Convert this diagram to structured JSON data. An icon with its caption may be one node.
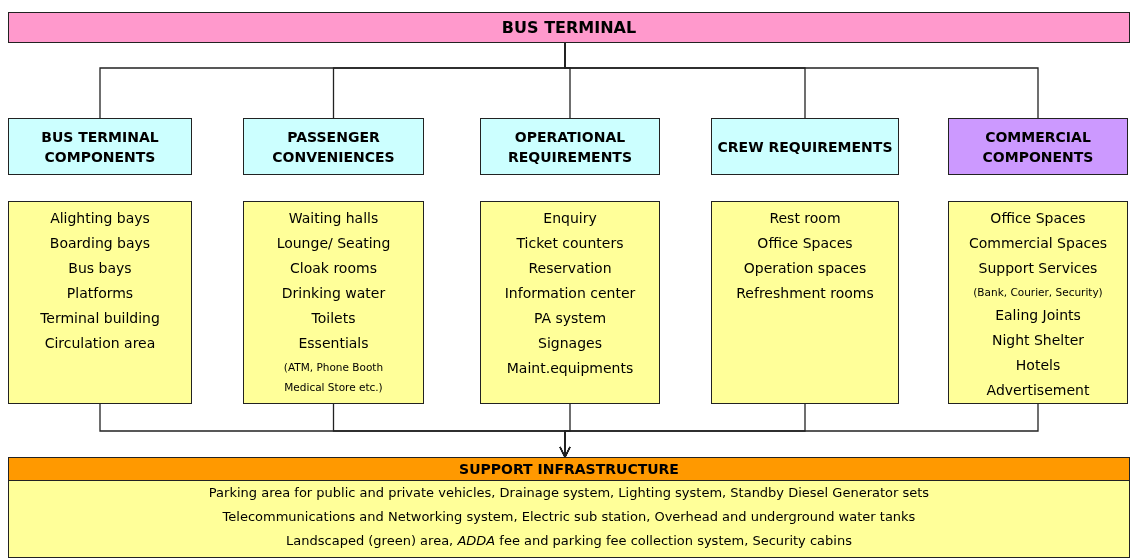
{
  "diagram": {
    "nodes": [
      {
        "text": [
          "BUS TERMINAL"
        ]
      },
      {
        "text": [
          "BUS TERMINAL COMPONENTS"
        ]
      },
      {
        "text": [
          "PASSENGER CONVENIENCES"
        ]
      },
      {
        "text": [
          "OPERATIONAL REQUIREMENTS"
        ]
      },
      {
        "text": [
          "CREW REQUIREMENTS"
        ]
      },
      {
        "text": [
          "COMMERCIAL COMPONENTS"
        ]
      },
      {
        "text": [
          "Alighting bays",
          "Boarding bays",
          "Bus bays",
          "Platforms",
          "Terminal building",
          "Circulation area"
        ]
      },
      {
        "text": [
          "Waiting halls",
          "Lounge/ Seating",
          "Cloak rooms",
          "Drinking water",
          "Toilets",
          "Essentials",
          "(ATM, Phone Booth Medical Store etc.)"
        ]
      },
      {
        "text": [
          "Enquiry",
          "Ticket counters",
          "Reservation",
          "Information center",
          "PA system",
          "Signages",
          "Maint.equipments"
        ]
      },
      {
        "text": [
          "Rest room",
          "Office Spaces",
          "Operation spaces",
          "Refreshment rooms"
        ]
      },
      {
        "text": [
          "Office Spaces",
          "Commercial Spaces",
          "Support Services",
          "(Bank, Courier, Security)",
          "Ealing Joints",
          "Night Shelter",
          "Hotels",
          "Advertisement"
        ]
      },
      {
        "text": [
          "SUPPORT INFRASTRUCTURE",
          "Parking area for public and private vehicles, Drainage system, Lighting system, Standby Diesel Generator sets",
          "Telecommunications and Networking system, Electric sub station, Overhead and underground water tanks",
          "Landscaped (green) area, *ADDA* fee and parking fee collection system, Security cabins"
        ]
      }
    ],
    "edges": [
      {
        "from": 0,
        "to": 1,
        "arrow": "none"
      },
      {
        "from": 0,
        "to": 2,
        "arrow": "none"
      },
      {
        "from": 0,
        "to": 3,
        "arrow": "none"
      },
      {
        "from": 0,
        "to": 4,
        "arrow": "none"
      },
      {
        "from": 0,
        "to": 5,
        "arrow": "none"
      },
      {
        "from": 6,
        "to": 11,
        "arrow": "to"
      },
      {
        "from": 7,
        "to": 11,
        "arrow": "to"
      },
      {
        "from": 8,
        "to": 11,
        "arrow": "to"
      },
      {
        "from": 9,
        "to": 11,
        "arrow": "to"
      },
      {
        "from": 10,
        "to": 11,
        "arrow": "to"
      }
    ]
  }
}
